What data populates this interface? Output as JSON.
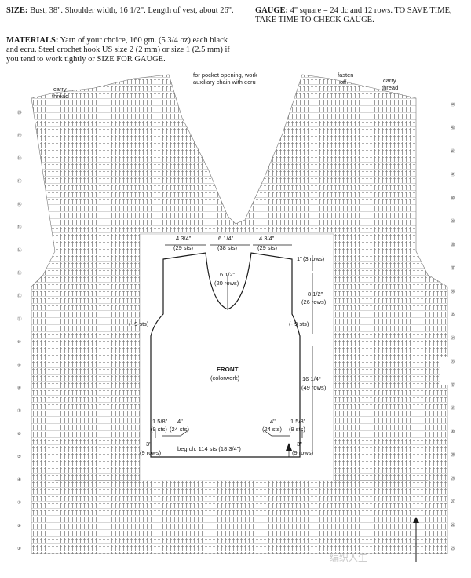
{
  "header": {
    "size_label": "SIZE:",
    "size_text": " Bust, 38\". Shoulder width, 16 1/2\". Length of vest, about 26\".",
    "materials_label": "MATERIALS:",
    "materials_text": " Yarn of your choice, 160 gm. (5 3/4 oz) each black and ecru. Steel crochet hook US size 2 (2 mm) or size 1 (2.5 mm) if you tend to work tightly or SIZE FOR GAUGE.",
    "gauge_label": "GAUGE:",
    "gauge_text": " 4\" square = 24 dc and 12 rows. TO SAVE TIME, TAKE TIME TO CHECK GAUGE."
  },
  "chart_notes": {
    "pocket_note_1": "for pocket opening, work",
    "pocket_note_2": "auxiliary chain with ecru",
    "fasten_1": "fasten",
    "fasten_2": "off",
    "carry_left_1": "carry",
    "carry_left_2": "thread",
    "carry_right_1": "carry",
    "carry_right_2": "thread"
  },
  "schematic": {
    "shoulder_left": "4 3/4\"",
    "shoulder_left_sts": "(29 sts)",
    "neck_width": "6 1/4\"",
    "neck_width_sts": "(38 sts)",
    "shoulder_right": "4 3/4\"",
    "shoulder_right_sts": "(29 sts)",
    "neck_depth": "6 1/2\"",
    "neck_depth_rows": "(20 rows)",
    "top_rows": "1\"",
    "top_rows_count": "(3 rows)",
    "armhole": "8 1/2\"",
    "armhole_rows": "(26 rows)",
    "dec_left": "(- 9 sts)",
    "dec_right": "(- 9 sts)",
    "front": "FRONT",
    "front_sub": "(colorwork)",
    "side_len": "16 1/4\"",
    "side_len_rows": "(49 rows)",
    "hem_l1": "1 5/8\"",
    "hem_l1_sts": "(9 sts)",
    "hem_l2": "4\"",
    "hem_l2_sts": "(24 sts)",
    "hem_r2": "4\"",
    "hem_r2_sts": "(24 sts)",
    "hem_r1": "1 5/8\"",
    "hem_r1_sts": "(9 sts)",
    "bottom_l": "3\"",
    "bottom_l_rows": "(9 rows)",
    "bottom_r": "3\"",
    "bottom_r_rows": "(9 rows)",
    "beg_ch": "beg ch:  114 sts (18 3/4\")"
  },
  "row_numbers_left": [
    "⑳",
    "⑲",
    "⑱",
    "⑰",
    "⑯",
    "⑮",
    "⑭",
    "⑬",
    "⑫",
    "⑪",
    "⑩",
    "⑨",
    "⑧",
    "⑦",
    "⑥",
    "⑤",
    "④",
    "③",
    "②",
    "①"
  ],
  "row_numbers_right": [
    "㊹",
    "㊸",
    "㊷",
    "㊶",
    "㊵",
    "㊴",
    "㊳",
    "㊲",
    "㊱",
    "㉟",
    "㉞",
    "㉝",
    "㉜",
    "㉛",
    "㉚",
    "㉙",
    "㉘",
    "㉗",
    "㉖",
    "㉕"
  ],
  "watermark": "编织人生"
}
